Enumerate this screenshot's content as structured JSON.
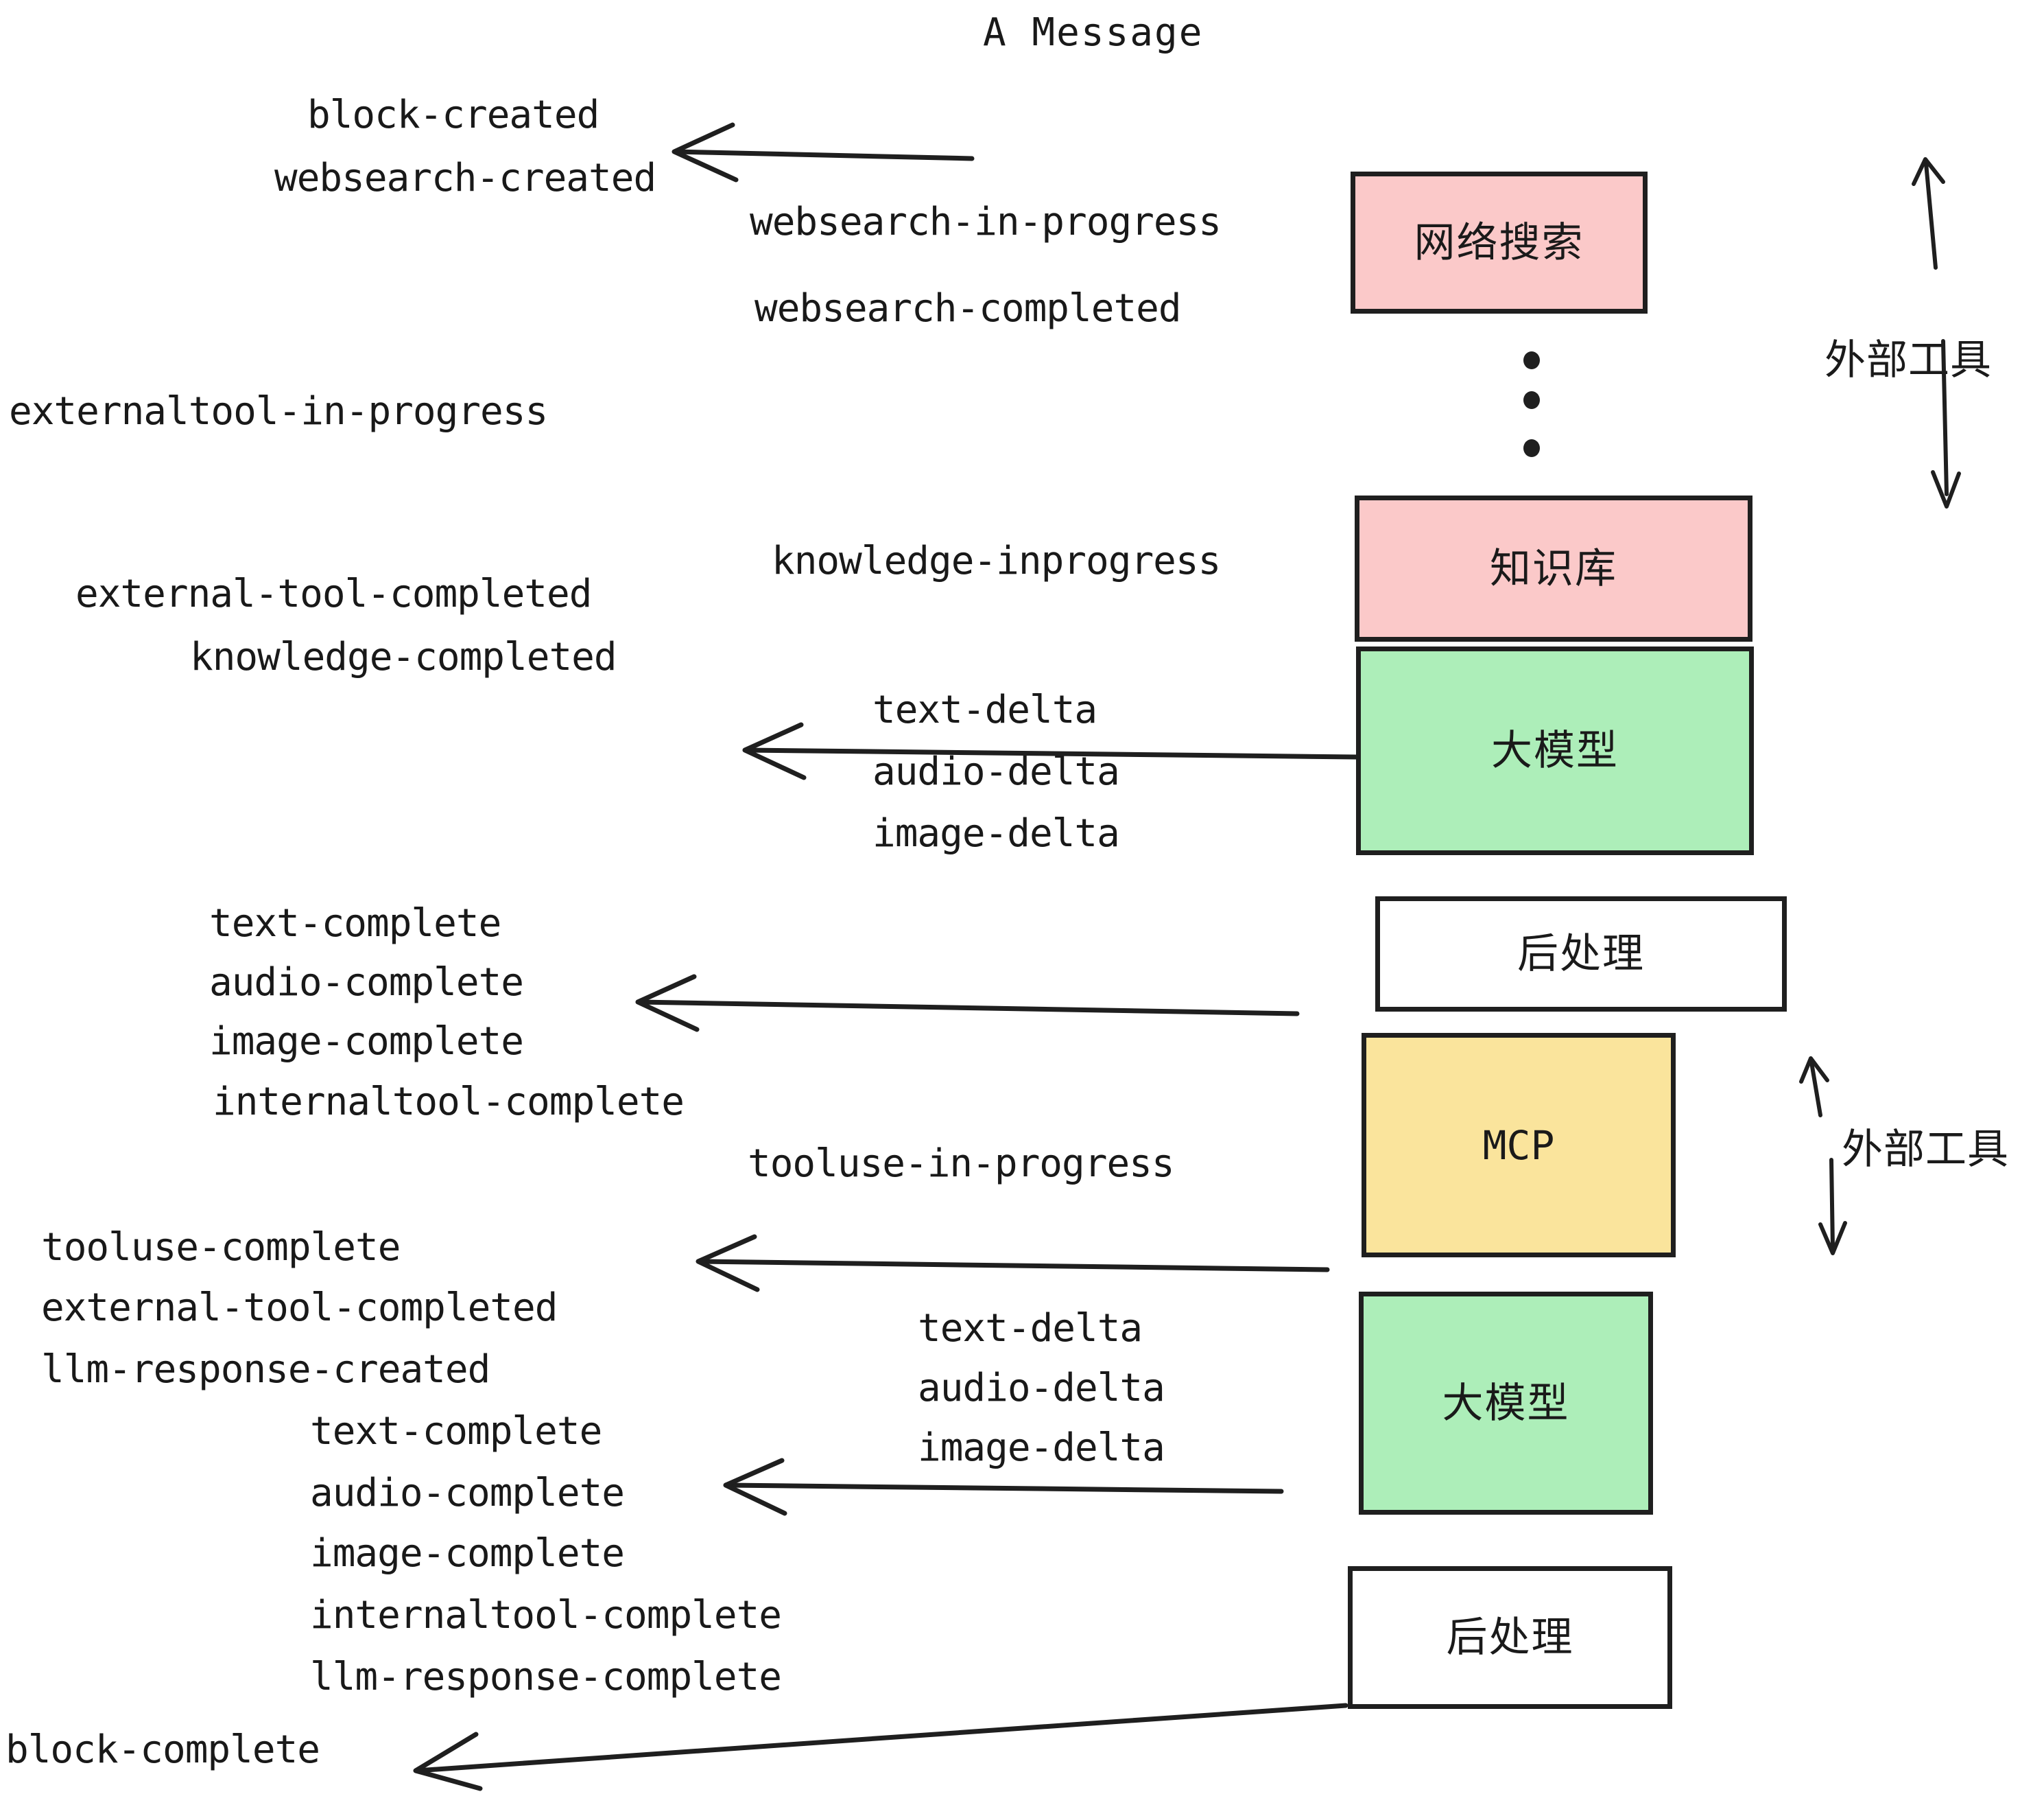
{
  "title": "A Message",
  "boxes": [
    {
      "id": "websearch",
      "label": "网络搜索",
      "color": "#FBC9C9",
      "script": "cjk"
    },
    {
      "id": "knowledge",
      "label": "知识库",
      "color": "#FBC9C9",
      "script": "cjk"
    },
    {
      "id": "llm-top",
      "label": "大模型",
      "color": "#ADEEB9",
      "script": "cjk"
    },
    {
      "id": "postprocess-top",
      "label": "后处理",
      "color": "#FFFFFF",
      "script": "cjk"
    },
    {
      "id": "mcp",
      "label": "MCP",
      "color": "#FAE49C",
      "script": "latin"
    },
    {
      "id": "llm-bottom",
      "label": "大模型",
      "color": "#ADEEB9",
      "script": "cjk"
    },
    {
      "id": "postprocess-bottom",
      "label": "后处理",
      "color": "#FFFFFF",
      "script": "cjk"
    }
  ],
  "side_annotations": [
    {
      "id": "external-tool-top",
      "label": "外部工具"
    },
    {
      "id": "external-tool-bottom",
      "label": "外部工具"
    }
  ],
  "events": [
    {
      "id": "e01",
      "text": "block-created"
    },
    {
      "id": "e02",
      "text": "websearch-created"
    },
    {
      "id": "e03",
      "text": "websearch-in-progress"
    },
    {
      "id": "e04",
      "text": "websearch-completed"
    },
    {
      "id": "e05",
      "text": "externaltool-in-progress"
    },
    {
      "id": "e06",
      "text": "knowledge-inprogress"
    },
    {
      "id": "e07",
      "text": "external-tool-completed"
    },
    {
      "id": "e08",
      "text": "knowledge-completed"
    },
    {
      "id": "e09",
      "text": "text-delta"
    },
    {
      "id": "e10",
      "text": "audio-delta"
    },
    {
      "id": "e11",
      "text": "image-delta"
    },
    {
      "id": "e12",
      "text": "text-complete"
    },
    {
      "id": "e13",
      "text": "audio-complete"
    },
    {
      "id": "e14",
      "text": "image-complete"
    },
    {
      "id": "e15",
      "text": "internaltool-complete"
    },
    {
      "id": "e16",
      "text": "tooluse-in-progress"
    },
    {
      "id": "e17",
      "text": "tooluse-complete"
    },
    {
      "id": "e18",
      "text": "external-tool-completed"
    },
    {
      "id": "e19",
      "text": "llm-response-created"
    },
    {
      "id": "e20",
      "text": "text-complete"
    },
    {
      "id": "e21",
      "text": "audio-complete"
    },
    {
      "id": "e22",
      "text": "image-complete"
    },
    {
      "id": "e23",
      "text": "internaltool-complete"
    },
    {
      "id": "e24",
      "text": "llm-response-complete"
    },
    {
      "id": "e25",
      "text": "text-delta"
    },
    {
      "id": "e26",
      "text": "audio-delta"
    },
    {
      "id": "e27",
      "text": "image-delta"
    },
    {
      "id": "e28",
      "text": "block-complete"
    }
  ],
  "colors": {
    "stroke": "#1f1f1f",
    "pink": "#FBC9C9",
    "green": "#ADEEB9",
    "yellow": "#FAE49C",
    "white": "#FFFFFF",
    "text": "#191919"
  }
}
